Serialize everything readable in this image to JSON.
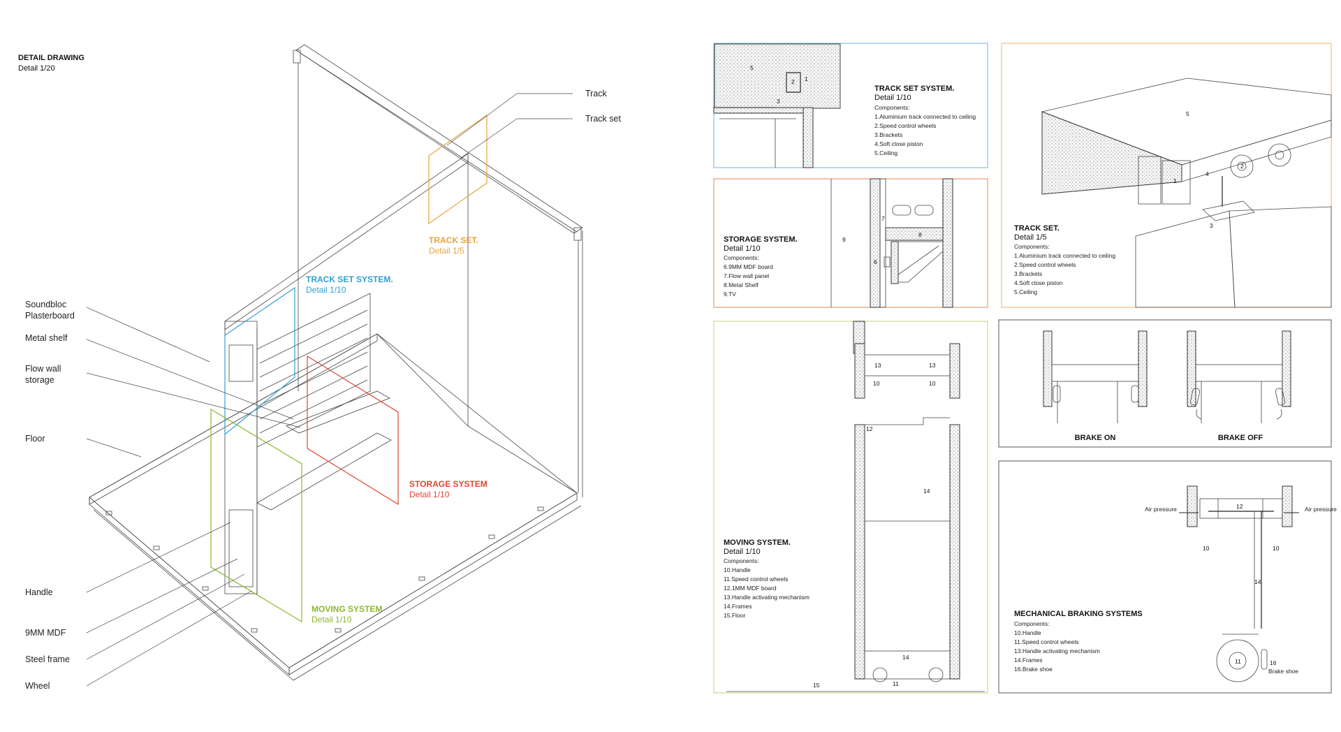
{
  "main_drawing": {
    "title": "DETAIL DRAWING",
    "scale": "Detail 1/20",
    "labels_left": {
      "soundbloc": [
        "Soundbloc",
        "Plasterboard"
      ],
      "metal_shelf": "Metal shelf",
      "flow_wall": [
        "Flow wall",
        "storage"
      ],
      "floor": "Floor",
      "handle": "Handle",
      "mdf": "9MM MDF",
      "steel_frame": "Steel frame",
      "wheel": "Wheel"
    },
    "labels_right": {
      "track": "Track",
      "track_set": "Track set"
    },
    "callouts": {
      "track_set": {
        "title": "TRACK SET.",
        "scale": "Detail 1/5",
        "color": "#e8a33a"
      },
      "track_set_system": {
        "title": "TRACK SET SYSTEM.",
        "scale": "Detail 1/10",
        "color": "#2e9fd6"
      },
      "storage_system": {
        "title": "STORAGE SYSTEM",
        "scale": "Detail 1/10",
        "color": "#e0452f"
      },
      "moving_system": {
        "title": "MOVING SYSTEM",
        "scale": "Detail 1/10",
        "color": "#8ab92d"
      }
    }
  },
  "panels": {
    "track_set_system": {
      "title": "TRACK SET SYSTEM.",
      "scale": "Detail 1/10",
      "components_label": "Components:",
      "items": [
        "1.Aluminium track connected to ceiling",
        "2.Speed control wheels",
        "3.Brackets",
        "4.Soft close piston",
        "5.Ceiling"
      ],
      "border_color": "#7fc3e6",
      "numbers": [
        "5",
        "2",
        "1",
        "3"
      ]
    },
    "storage_system": {
      "title": "STORAGE SYSTEM.",
      "scale": "Detail 1/10",
      "components_label": "Components:",
      "items": [
        "6.9MM MDF board",
        "7.Flow wall panel",
        "8.Metal Shelf",
        "9.TV"
      ],
      "border_color": "#e89b6e",
      "numbers": [
        "9",
        "7",
        "8",
        "6"
      ]
    },
    "track_set": {
      "title": "TRACK SET.",
      "scale": "Detail 1/5",
      "components_label": "Components:",
      "items": [
        "1.Aluminium track connected to ceiling",
        "2.Speed control wheels",
        "3.Brackets",
        "4.Soft close piston",
        "5.Ceiling"
      ],
      "border_color": "#f0c27a",
      "numbers": [
        "5",
        "1",
        "4",
        "2",
        "3"
      ]
    },
    "moving_system": {
      "title": "MOVING SYSTEM.",
      "scale": "Detail 1/10",
      "components_label": "Components:",
      "items": [
        "10.Handle",
        "11.Speed control wheels",
        "12.1MM MDF board",
        "13.Handle activating mechanism",
        "14.Frames",
        "15.Floor"
      ],
      "border_color": "#c9dc8e",
      "numbers": [
        "13",
        "13",
        "10",
        "10",
        "12",
        "14",
        "14",
        "11",
        "15"
      ]
    },
    "brake": {
      "on": "BRAKE ON",
      "off": "BRAKE OFF"
    },
    "mechanical_braking": {
      "title": "MECHANICAL BRAKING SYSTEMS",
      "components_label": "Components:",
      "items": [
        "10.Handle",
        "11.Speed control wheels",
        "13.Handle activating mechanism",
        "14.Frames",
        "16.Brake shoe"
      ],
      "air_left": "Air pressure",
      "air_right": "Air pressure",
      "brake_shoe": "Brake shoe",
      "numbers": [
        "12",
        "10",
        "10",
        "14",
        "11",
        "16"
      ]
    }
  }
}
